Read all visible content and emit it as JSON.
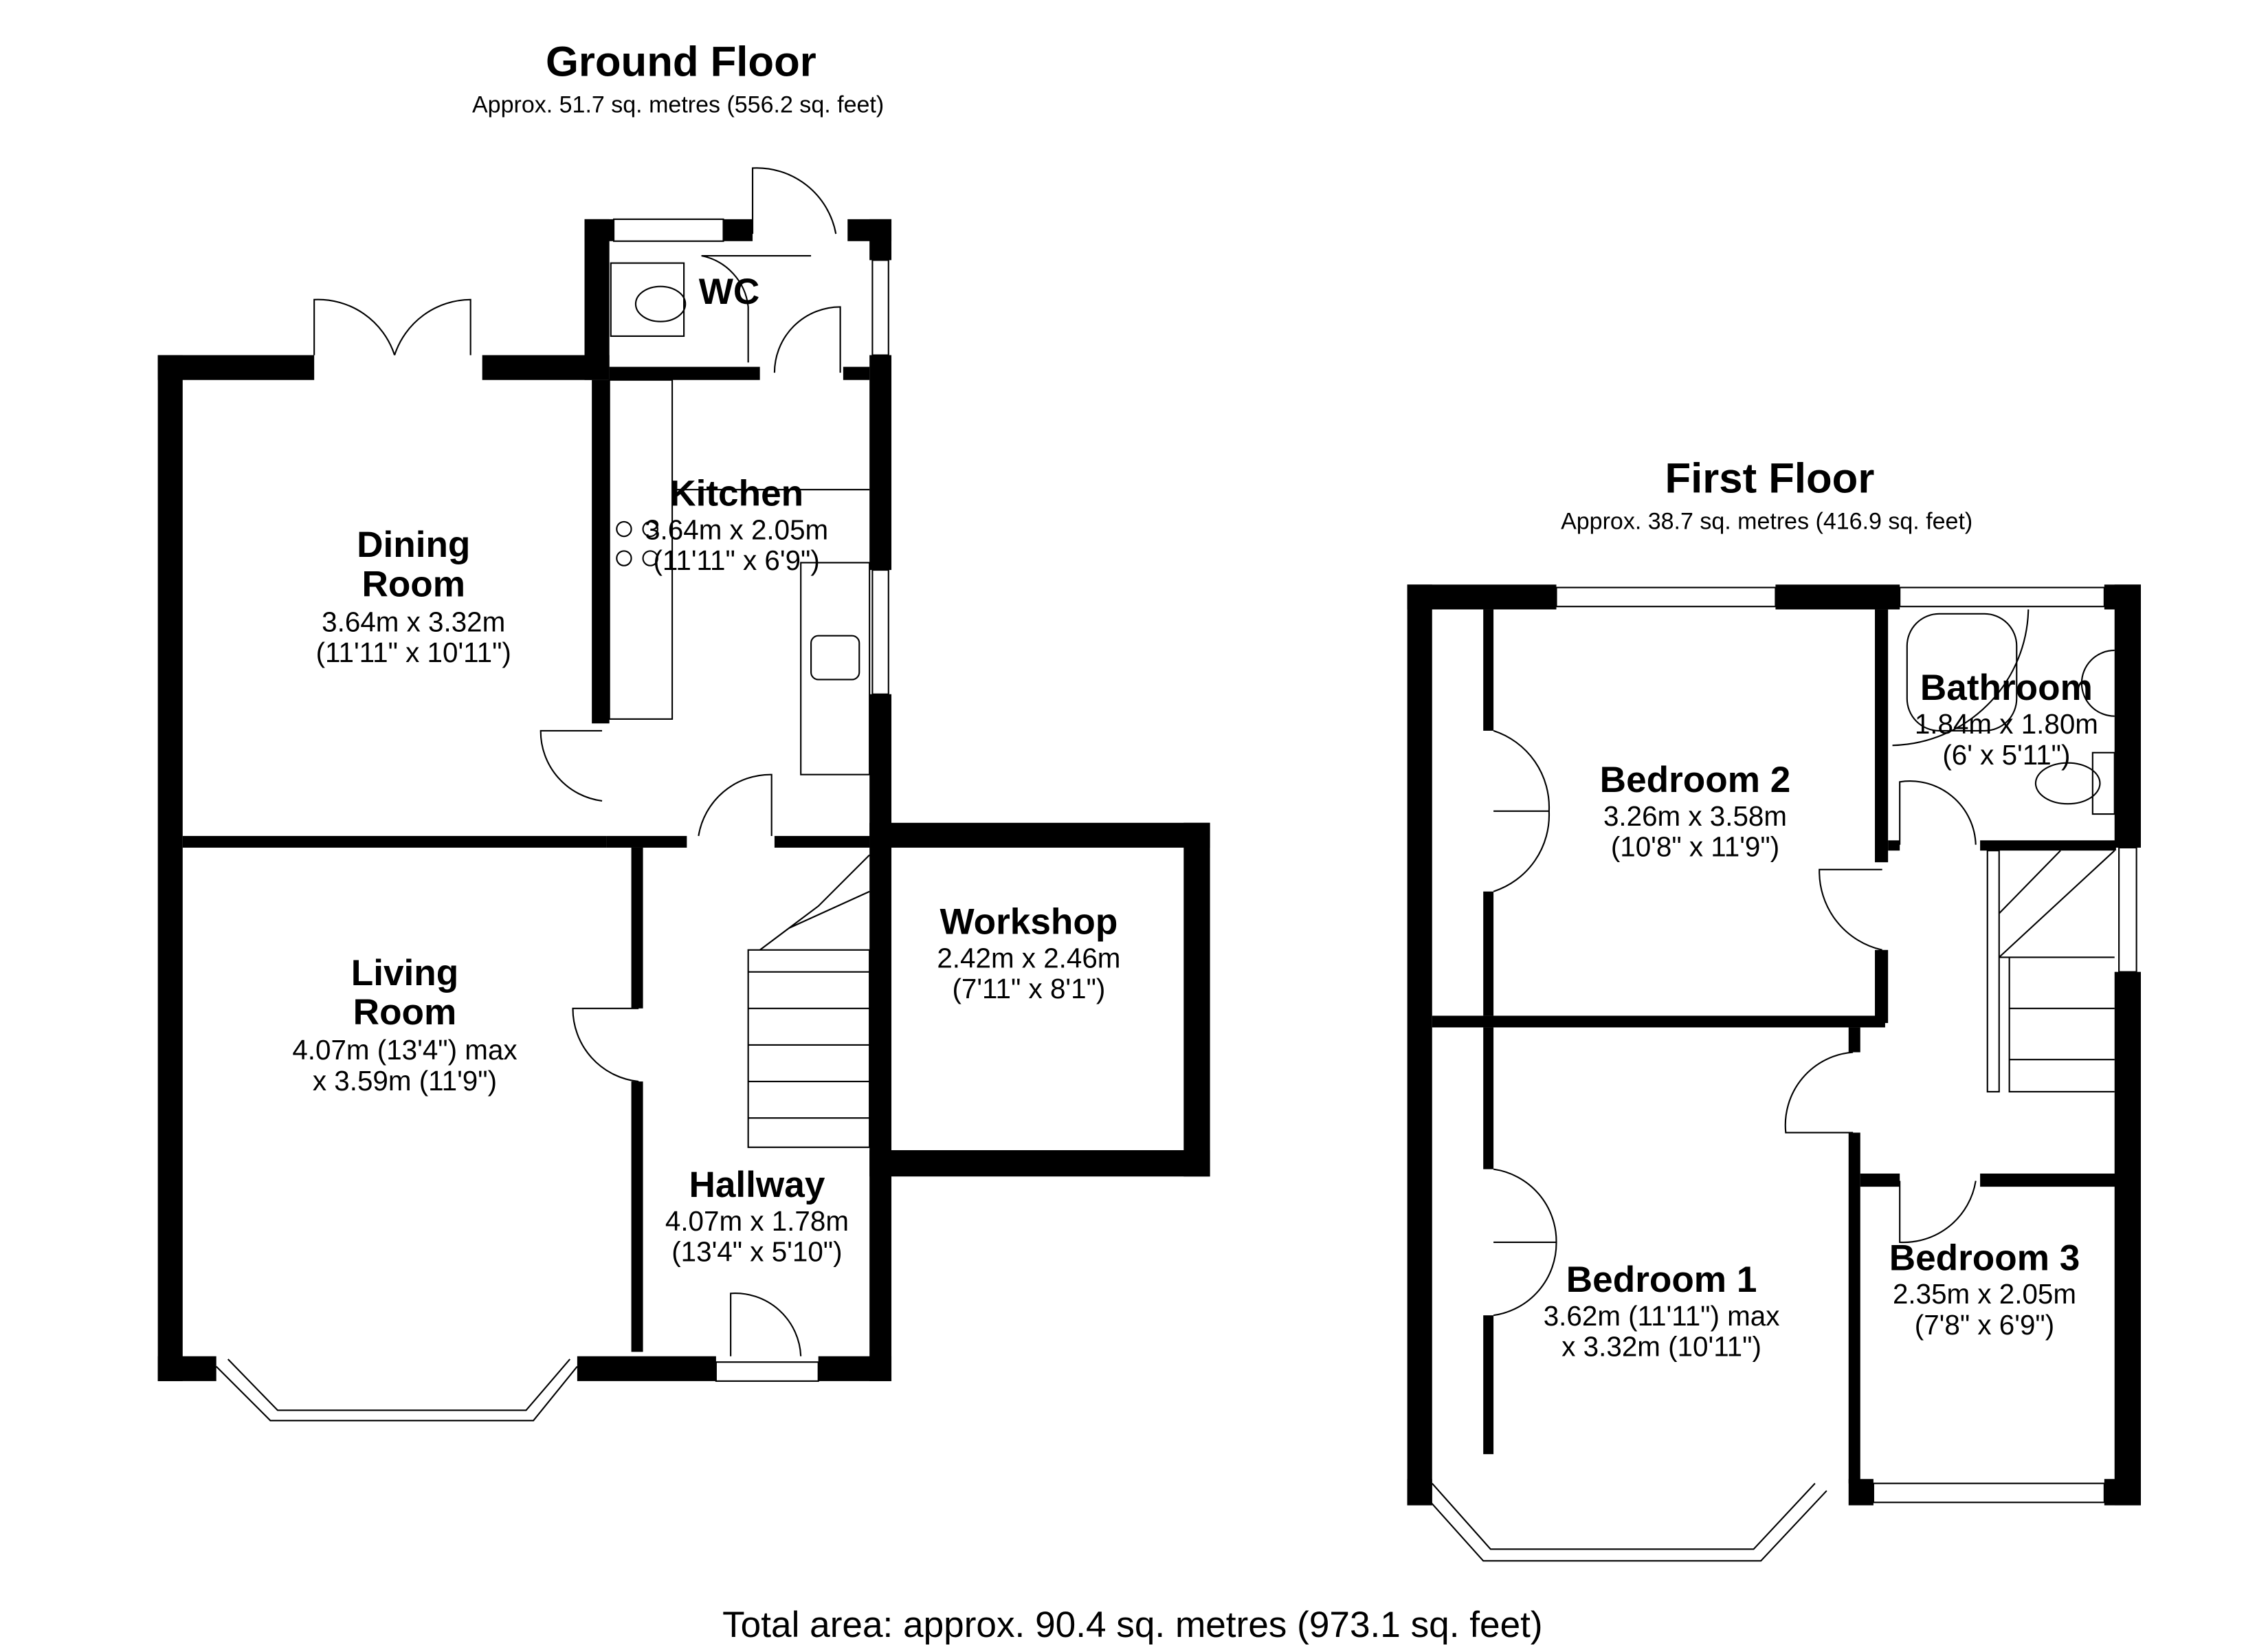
{
  "ground_floor": {
    "title": "Ground Floor",
    "area": "Approx. 51.7 sq. metres (556.2 sq. feet)",
    "rooms": {
      "wc": {
        "name": "WC"
      },
      "kitchen": {
        "name": "Kitchen",
        "dim_m": "3.64m x 2.05m",
        "dim_ft": "(11'11\" x 6'9\")"
      },
      "dining": {
        "name_1": "Dining",
        "name_2": "Room",
        "dim_m": "3.64m x 3.32m",
        "dim_ft": "(11'11\" x 10'11\")"
      },
      "living": {
        "name_1": "Living",
        "name_2": "Room",
        "dim_1": "4.07m (13'4\") max",
        "dim_2": "x 3.59m (11'9\")"
      },
      "workshop": {
        "name": "Workshop",
        "dim_m": "2.42m x 2.46m",
        "dim_ft": "(7'11\" x 8'1\")"
      },
      "hallway": {
        "name": "Hallway",
        "dim_m": "4.07m x 1.78m",
        "dim_ft": "(13'4\" x 5'10\")"
      }
    }
  },
  "first_floor": {
    "title": "First Floor",
    "area": "Approx. 38.7 sq. metres (416.9 sq. feet)",
    "rooms": {
      "bathroom": {
        "name": "Bathroom",
        "dim_m": "1.84m x 1.80m",
        "dim_ft": "(6' x 5'11\")"
      },
      "bedroom2": {
        "name": "Bedroom 2",
        "dim_m": "3.26m x 3.58m",
        "dim_ft": "(10'8\" x 11'9\")"
      },
      "bedroom1": {
        "name": "Bedroom 1",
        "dim_1": "3.62m (11'11\") max",
        "dim_2": "x 3.32m (10'11\")"
      },
      "bedroom3": {
        "name": "Bedroom 3",
        "dim_m": "2.35m x 2.05m",
        "dim_ft": "(7'8\" x 6'9\")"
      }
    }
  },
  "total_area": "Total area: approx. 90.4 sq. metres (973.1 sq. feet)"
}
